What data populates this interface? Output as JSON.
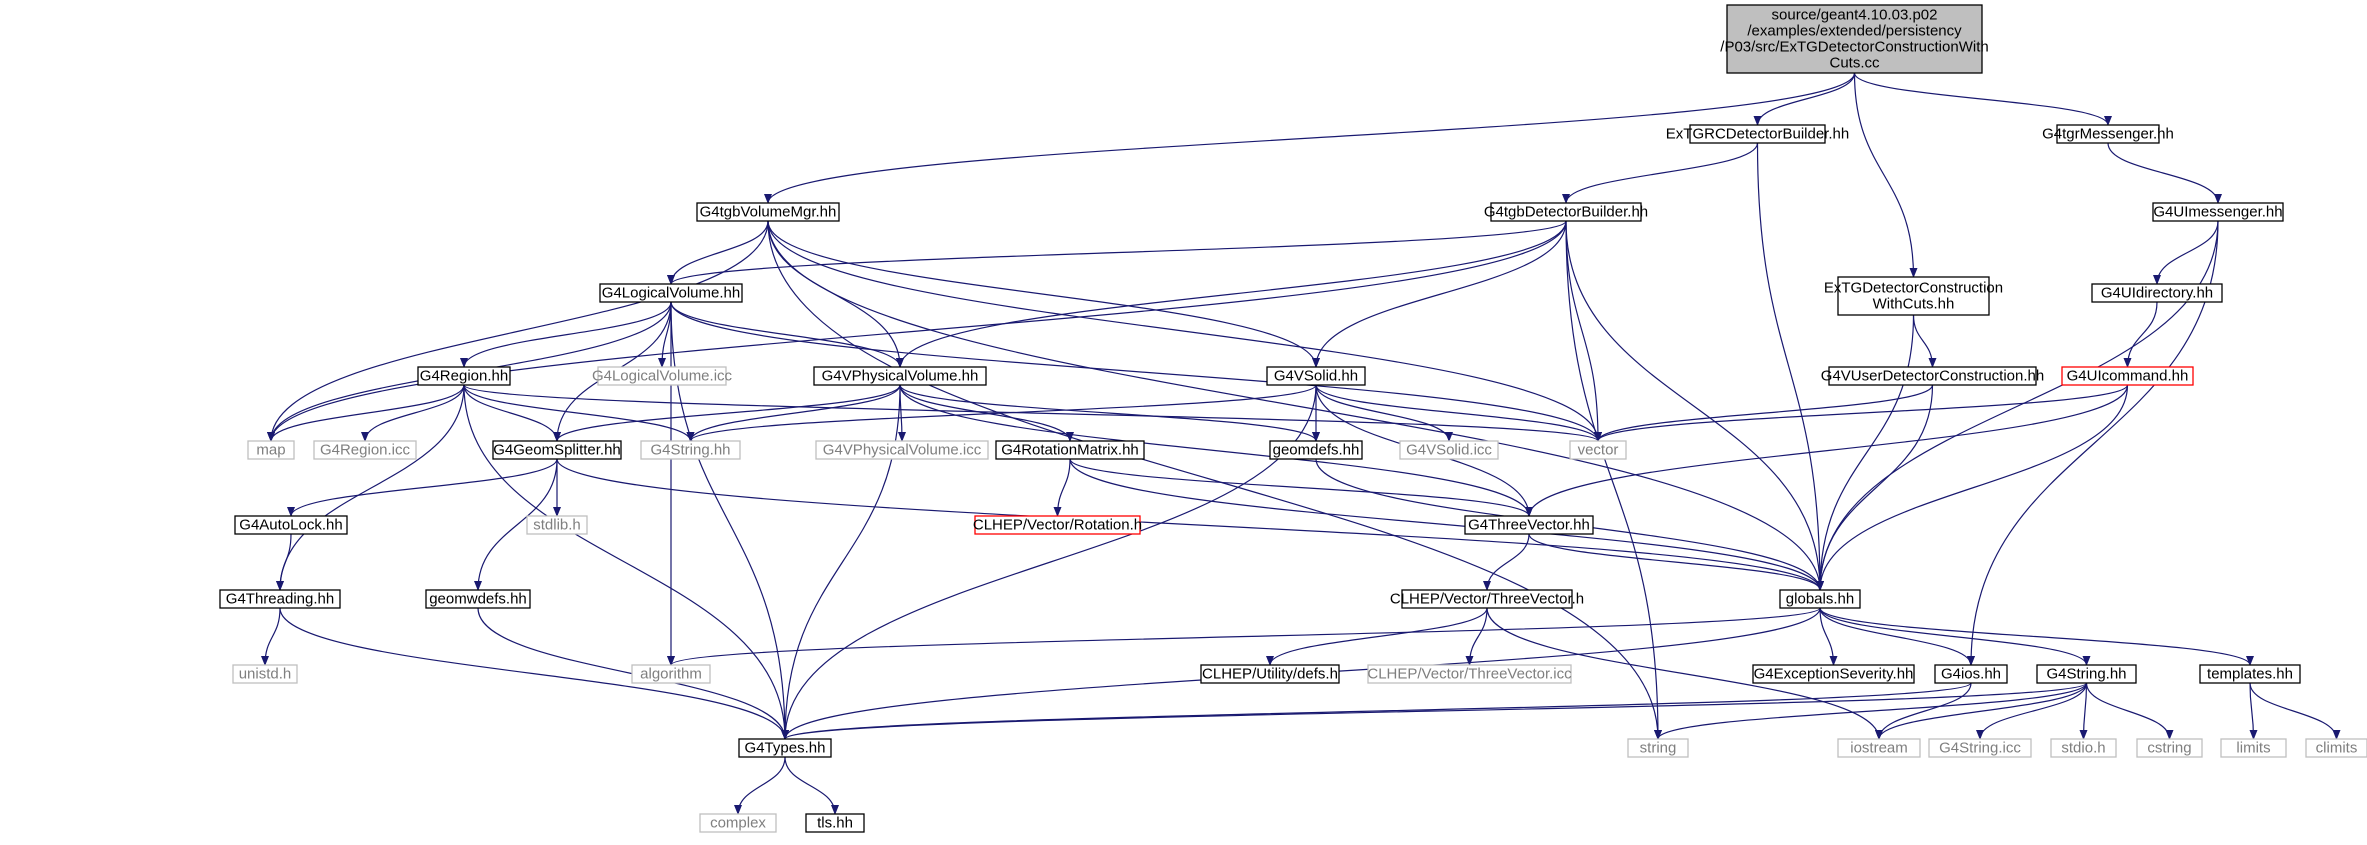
{
  "colors": {
    "edge": "#191970",
    "node_border": "#000000",
    "missing_border": "#bfbfbf",
    "missing_text": "#7f7f7f",
    "error_border": "#ff0000",
    "root_fill": "#bfbfbf",
    "text": "#000000"
  },
  "nodes": [
    {
      "id": "root",
      "lines": [
        "source/geant4.10.03.p02",
        "/examples/extended/persistency",
        "/P03/src/ExTGDetectorConstructionWith",
        "Cuts.cc"
      ],
      "kind": "root"
    },
    {
      "id": "extgrc",
      "lines": [
        "ExTGRCDetectorBuilder.hh"
      ],
      "kind": "normal"
    },
    {
      "id": "g4tgrmess",
      "lines": [
        "G4tgrMessenger.hh"
      ],
      "kind": "normal"
    },
    {
      "id": "g4tgbvol",
      "lines": [
        "G4tgbVolumeMgr.hh"
      ],
      "kind": "normal"
    },
    {
      "id": "g4tgbdet",
      "lines": [
        "G4tgbDetectorBuilder.hh"
      ],
      "kind": "normal"
    },
    {
      "id": "g4uimess",
      "lines": [
        "G4UImessenger.hh"
      ],
      "kind": "normal"
    },
    {
      "id": "extgdet",
      "lines": [
        "ExTGDetectorConstruction",
        "WithCuts.hh"
      ],
      "kind": "normal"
    },
    {
      "id": "g4uidir",
      "lines": [
        "G4UIdirectory.hh"
      ],
      "kind": "normal"
    },
    {
      "id": "g4logvol",
      "lines": [
        "G4LogicalVolume.hh"
      ],
      "kind": "normal"
    },
    {
      "id": "g4logicc",
      "lines": [
        "G4LogicalVolume.icc"
      ],
      "kind": "missing"
    },
    {
      "id": "g4region",
      "lines": [
        "G4Region.hh"
      ],
      "kind": "normal"
    },
    {
      "id": "g4vphys",
      "lines": [
        "G4VPhysicalVolume.hh"
      ],
      "kind": "normal"
    },
    {
      "id": "g4vsolid",
      "lines": [
        "G4VSolid.hh"
      ],
      "kind": "normal"
    },
    {
      "id": "g4vuser",
      "lines": [
        "G4VUserDetectorConstruction.hh"
      ],
      "kind": "normal"
    },
    {
      "id": "g4uicmd",
      "lines": [
        "G4UIcommand.hh"
      ],
      "kind": "error"
    },
    {
      "id": "map",
      "lines": [
        "map"
      ],
      "kind": "missing"
    },
    {
      "id": "g4regicc",
      "lines": [
        "G4Region.icc"
      ],
      "kind": "missing"
    },
    {
      "id": "g4geomsp",
      "lines": [
        "G4GeomSplitter.hh"
      ],
      "kind": "normal"
    },
    {
      "id": "g4string",
      "lines": [
        "G4String.hh"
      ],
      "kind": "missing"
    },
    {
      "id": "g4vphysicc",
      "lines": [
        "G4VPhysicalVolume.icc"
      ],
      "kind": "missing"
    },
    {
      "id": "g4rotmat",
      "lines": [
        "G4RotationMatrix.hh"
      ],
      "kind": "normal"
    },
    {
      "id": "geomdefs",
      "lines": [
        "geomdefs.hh"
      ],
      "kind": "normal"
    },
    {
      "id": "g4vsolidicc",
      "lines": [
        "G4VSolid.icc"
      ],
      "kind": "missing"
    },
    {
      "id": "vector",
      "lines": [
        "vector"
      ],
      "kind": "missing"
    },
    {
      "id": "g4autolock",
      "lines": [
        "G4AutoLock.hh"
      ],
      "kind": "normal"
    },
    {
      "id": "stdlib",
      "lines": [
        "stdlib.h"
      ],
      "kind": "missing"
    },
    {
      "id": "clhepvrot",
      "lines": [
        "CLHEP/Vector/Rotation.h"
      ],
      "kind": "error"
    },
    {
      "id": "g4threevec",
      "lines": [
        "G4ThreeVector.hh"
      ],
      "kind": "normal"
    },
    {
      "id": "g4threading",
      "lines": [
        "G4Threading.hh"
      ],
      "kind": "normal"
    },
    {
      "id": "geomwdefs",
      "lines": [
        "geomwdefs.hh"
      ],
      "kind": "normal"
    },
    {
      "id": "clhep3v",
      "lines": [
        "CLHEP/Vector/ThreeVector.h"
      ],
      "kind": "normal"
    },
    {
      "id": "globals",
      "lines": [
        "globals.hh"
      ],
      "kind": "normal"
    },
    {
      "id": "unistd",
      "lines": [
        "unistd.h"
      ],
      "kind": "missing"
    },
    {
      "id": "algorithm",
      "lines": [
        "algorithm"
      ],
      "kind": "missing"
    },
    {
      "id": "clhepdefs",
      "lines": [
        "CLHEP/Utility/defs.h"
      ],
      "kind": "normal"
    },
    {
      "id": "clhep3vicc",
      "lines": [
        "CLHEP/Vector/ThreeVector.icc"
      ],
      "kind": "missing"
    },
    {
      "id": "g4excsev",
      "lines": [
        "G4ExceptionSeverity.hh"
      ],
      "kind": "normal"
    },
    {
      "id": "g4ios",
      "lines": [
        "G4ios.hh"
      ],
      "kind": "normal"
    },
    {
      "id": "g4string2",
      "lines": [
        "G4String.hh"
      ],
      "kind": "normal"
    },
    {
      "id": "templates",
      "lines": [
        "templates.hh"
      ],
      "kind": "normal"
    },
    {
      "id": "g4types",
      "lines": [
        "G4Types.hh"
      ],
      "kind": "normal"
    },
    {
      "id": "string",
      "lines": [
        "string"
      ],
      "kind": "missing"
    },
    {
      "id": "iostream",
      "lines": [
        "iostream"
      ],
      "kind": "missing"
    },
    {
      "id": "g4stringicc",
      "lines": [
        "G4String.icc"
      ],
      "kind": "missing"
    },
    {
      "id": "stdio",
      "lines": [
        "stdio.h"
      ],
      "kind": "missing"
    },
    {
      "id": "cstring",
      "lines": [
        "cstring"
      ],
      "kind": "missing"
    },
    {
      "id": "limits",
      "lines": [
        "limits"
      ],
      "kind": "missing"
    },
    {
      "id": "climits",
      "lines": [
        "climits"
      ],
      "kind": "missing"
    },
    {
      "id": "complex",
      "lines": [
        "complex"
      ],
      "kind": "missing"
    },
    {
      "id": "tls",
      "lines": [
        "tls.hh"
      ],
      "kind": "normal"
    }
  ],
  "edges": [
    [
      "root",
      "extgrc"
    ],
    [
      "root",
      "g4tgrmess"
    ],
    [
      "root",
      "g4tgbvol"
    ],
    [
      "root",
      "extgdet"
    ],
    [
      "extgrc",
      "g4tgbdet"
    ],
    [
      "extgrc",
      "globals"
    ],
    [
      "g4tgrmess",
      "g4uimess"
    ],
    [
      "g4tgbvol",
      "g4logvol"
    ],
    [
      "g4tgbvol",
      "g4vphys"
    ],
    [
      "g4tgbvol",
      "g4vsolid"
    ],
    [
      "g4tgbvol",
      "map"
    ],
    [
      "g4tgbvol",
      "vector"
    ],
    [
      "g4tgbvol",
      "globals"
    ],
    [
      "g4tgbvol",
      "string"
    ],
    [
      "g4tgbdet",
      "g4logvol"
    ],
    [
      "g4tgbdet",
      "g4vphys"
    ],
    [
      "g4tgbdet",
      "g4vsolid"
    ],
    [
      "g4tgbdet",
      "map"
    ],
    [
      "g4tgbdet",
      "vector"
    ],
    [
      "g4tgbdet",
      "globals"
    ],
    [
      "g4tgbdet",
      "string"
    ],
    [
      "g4uimess",
      "g4uidir"
    ],
    [
      "g4uimess",
      "globals"
    ],
    [
      "g4uimess",
      "g4ios"
    ],
    [
      "g4uidir",
      "g4uicmd"
    ],
    [
      "extgdet",
      "g4vuser"
    ],
    [
      "extgdet",
      "globals"
    ],
    [
      "g4vuser",
      "vector"
    ],
    [
      "g4vuser",
      "globals"
    ],
    [
      "g4uicmd",
      "vector"
    ],
    [
      "g4uicmd",
      "globals"
    ],
    [
      "g4uicmd",
      "g4threevec"
    ],
    [
      "g4logvol",
      "g4logicc"
    ],
    [
      "g4logvol",
      "g4region"
    ],
    [
      "g4logvol",
      "g4vphys"
    ],
    [
      "g4logvol",
      "g4geomsp"
    ],
    [
      "g4logvol",
      "vector"
    ],
    [
      "g4logvol",
      "map"
    ],
    [
      "g4logvol",
      "g4types"
    ],
    [
      "g4logvol",
      "algorithm"
    ],
    [
      "g4region",
      "map"
    ],
    [
      "g4region",
      "g4regicc"
    ],
    [
      "g4region",
      "g4geomsp"
    ],
    [
      "g4region",
      "g4string"
    ],
    [
      "g4region",
      "vector"
    ],
    [
      "g4region",
      "g4threading"
    ],
    [
      "g4region",
      "g4types"
    ],
    [
      "g4vphys",
      "g4geomsp"
    ],
    [
      "g4vphys",
      "g4string"
    ],
    [
      "g4vphys",
      "g4vphysicc"
    ],
    [
      "g4vphys",
      "g4rotmat"
    ],
    [
      "g4vphys",
      "geomdefs"
    ],
    [
      "g4vphys",
      "g4threevec"
    ],
    [
      "g4vphys",
      "g4types"
    ],
    [
      "g4vsolid",
      "geomdefs"
    ],
    [
      "g4vsolid",
      "g4vsolidicc"
    ],
    [
      "g4vsolid",
      "vector"
    ],
    [
      "g4vsolid",
      "g4string"
    ],
    [
      "g4vsolid",
      "g4threevec"
    ],
    [
      "g4vsolid",
      "g4types"
    ],
    [
      "g4geomsp",
      "g4autolock"
    ],
    [
      "g4geomsp",
      "stdlib"
    ],
    [
      "g4geomsp",
      "geomwdefs"
    ],
    [
      "g4geomsp",
      "globals"
    ],
    [
      "g4rotmat",
      "clhepvrot"
    ],
    [
      "g4rotmat",
      "g4threevec"
    ],
    [
      "g4rotmat",
      "globals"
    ],
    [
      "geomdefs",
      "globals"
    ],
    [
      "g4autolock",
      "g4threading"
    ],
    [
      "g4threading",
      "unistd"
    ],
    [
      "g4threading",
      "g4types"
    ],
    [
      "geomwdefs",
      "g4types"
    ],
    [
      "g4threevec",
      "clhep3v"
    ],
    [
      "g4threevec",
      "globals"
    ],
    [
      "clhep3v",
      "clhepdefs"
    ],
    [
      "clhep3v",
      "clhep3vicc"
    ],
    [
      "clhep3v",
      "iostream"
    ],
    [
      "globals",
      "algorithm"
    ],
    [
      "globals",
      "g4excsev"
    ],
    [
      "globals",
      "g4ios"
    ],
    [
      "globals",
      "g4string2"
    ],
    [
      "globals",
      "templates"
    ],
    [
      "globals",
      "g4types"
    ],
    [
      "g4ios",
      "g4types"
    ],
    [
      "g4ios",
      "iostream"
    ],
    [
      "g4string2",
      "g4types"
    ],
    [
      "g4string2",
      "string"
    ],
    [
      "g4string2",
      "iostream"
    ],
    [
      "g4string2",
      "g4stringicc"
    ],
    [
      "g4string2",
      "stdio"
    ],
    [
      "g4string2",
      "cstring"
    ],
    [
      "templates",
      "limits"
    ],
    [
      "templates",
      "climits"
    ],
    [
      "g4types",
      "complex"
    ],
    [
      "g4types",
      "tls"
    ]
  ]
}
